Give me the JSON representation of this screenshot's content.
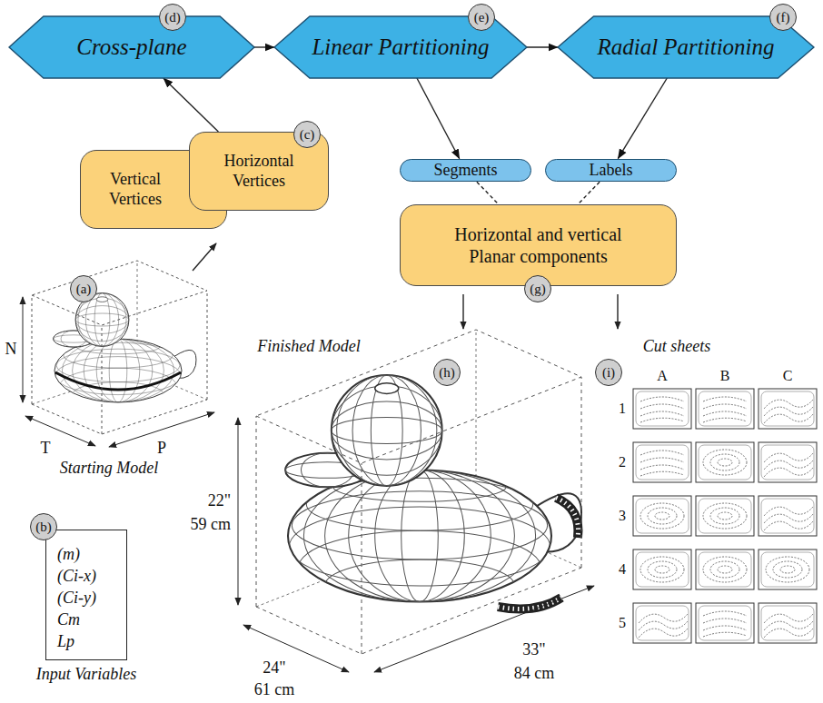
{
  "diagram": {
    "nodes": [
      {
        "text": [
          "Cross-plane"
        ]
      },
      {
        "text": [
          "Linear Partitioning"
        ]
      },
      {
        "text": [
          "Radial Partitioning"
        ]
      },
      {
        "text": [
          "Vertical Vertices"
        ]
      },
      {
        "text": [
          "Horizontal Vertices"
        ]
      },
      {
        "text": [
          "Segments"
        ]
      },
      {
        "text": [
          "Labels"
        ]
      },
      {
        "text": [
          "Horizontal and vertical Planar components"
        ]
      },
      {
        "text": [
          "(m)",
          "(Ci-x)",
          "(Ci-y)",
          "Cm",
          "Lp",
          "Input Variables"
        ]
      }
    ],
    "edges": [
      {
        "from": 0,
        "to": 1,
        "arrow": "to"
      },
      {
        "from": 1,
        "to": 2,
        "arrow": "to"
      },
      {
        "from": 4,
        "to": 0,
        "arrow": "to"
      },
      {
        "from": 1,
        "to": 5,
        "arrow": "to"
      },
      {
        "from": 2,
        "to": 6,
        "arrow": "to"
      },
      {
        "from": 5,
        "to": 7,
        "arrow": "none"
      },
      {
        "from": 6,
        "to": 7,
        "arrow": "none"
      }
    ],
    "labels": [
      "(d)",
      "(e)",
      "(f)",
      "(c)",
      "(a)",
      "N",
      "T",
      "P",
      "Starting Model",
      "(b)",
      "(g)",
      "Finished Model",
      "(h)",
      "22\"",
      "59 cm",
      "24\"",
      "61 cm",
      "33\"",
      "84 cm",
      "Cut sheets",
      "(i)",
      "A",
      "B",
      "C",
      "1",
      "2",
      "3",
      "4",
      "5"
    ]
  }
}
